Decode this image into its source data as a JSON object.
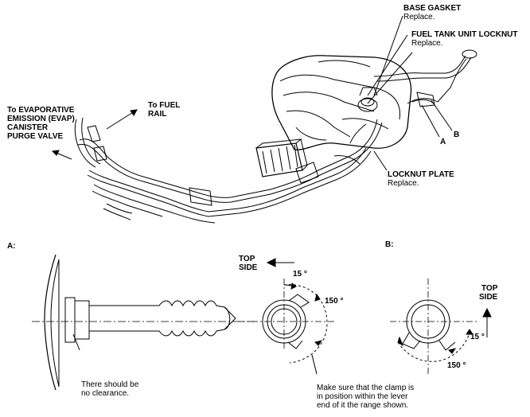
{
  "labels": {
    "base_gasket_title": "BASE GASKET",
    "base_gasket_note": "Replace.",
    "locknut_title": "FUEL TANK UNIT LOCKNUT",
    "locknut_note": "Replace.",
    "evap_line1": "To EVAPORATIVE",
    "evap_line2": "EMISSION (EVAP)",
    "evap_line3": "CANISTER",
    "evap_line4": "PURGE VALVE",
    "fuel_rail_line1": "To FUEL",
    "fuel_rail_line2": "RAIL",
    "callout_a": "A",
    "callout_b": "B",
    "locknut_plate_title": "LOCKNUT PLATE",
    "locknut_plate_note": "Replace.",
    "view_a": "A:",
    "view_b": "B:",
    "top_side_a_line1": "TOP",
    "top_side_a_line2": "SIDE",
    "top_side_b_line1": "TOP",
    "top_side_b_line2": "SIDE",
    "angle_15_a": "15 °",
    "angle_150_a": "150 °",
    "angle_15_b": "15 °",
    "angle_150_b": "150 °",
    "clearance_line1": "There should be",
    "clearance_line2": "no clearance.",
    "clamp_line1": "Make sure that the clamp is",
    "clamp_line2": "in position within the lever",
    "clamp_line3": "end of it the range shown."
  }
}
